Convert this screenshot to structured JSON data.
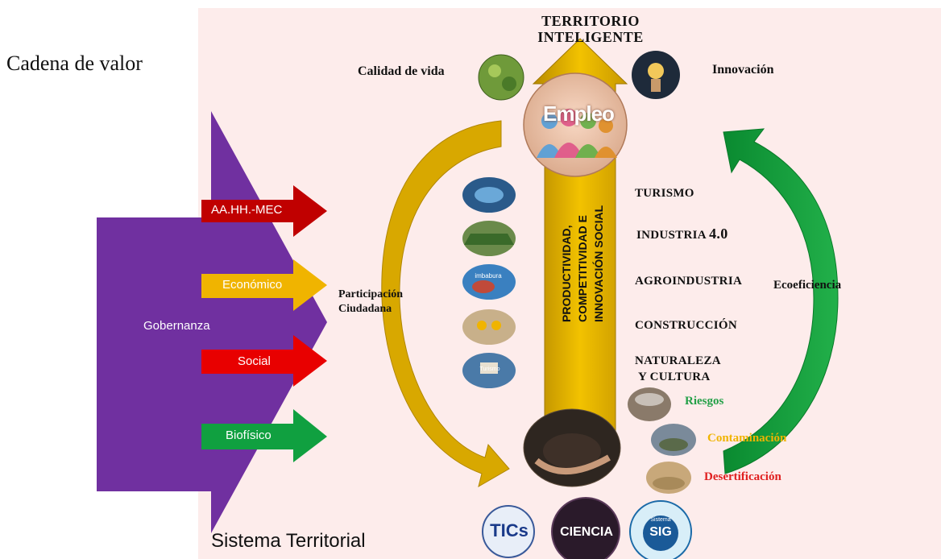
{
  "diagram": {
    "title": "Cadena de valor",
    "system_label": "Sistema Territorial",
    "top_title_line1": "TERRITORIO",
    "top_title_line2": "INTELIGENTE",
    "quality_of_life": "Calidad de vida",
    "innovation": "Innovación",
    "employment": "Empleo",
    "governance": "Gobernanza",
    "input_arrows": [
      "AA.HH.-MEC",
      "Económico",
      "Social",
      "Biofísico"
    ],
    "participation_line1": "Participación",
    "participation_line2": "Ciudadana",
    "central_text_line1": "PRODUCTIVIDAD,",
    "central_text_line2": "COMPETITIVIDAD E",
    "central_text_line3": "INNOVACIÓN SOCIAL",
    "sectors": {
      "turismo": "TURISMO",
      "industria": "INDUSTRIA",
      "industria_version": "4.0",
      "agroindustria": "AGROINDUSTRIA",
      "construccion": "CONSTRUCCIÓN",
      "naturaleza_line1": "NATURALEZA",
      "naturaleza_line2": "Y CULTURA"
    },
    "ecoefficiency": "Ecoeficiencia",
    "threats": [
      "Riesgos",
      "Contaminación",
      "Desertificación"
    ],
    "bottom_circles": [
      "TICs",
      "CIENCIA",
      "SIG"
    ],
    "bottom_small_label": "Sistema",
    "tourism_icon_text": "Turismo",
    "imbabura_icon_text": "imbabura",
    "colors": {
      "purple": "#7030a0",
      "red": "#c00000",
      "yellow": "#f0b400",
      "social_red": "#e80000",
      "green": "#10a040",
      "gold": "#d8a800",
      "riesgos": "#24a048",
      "contaminacion": "#f0b400",
      "desertificacion": "#e02020"
    }
  }
}
